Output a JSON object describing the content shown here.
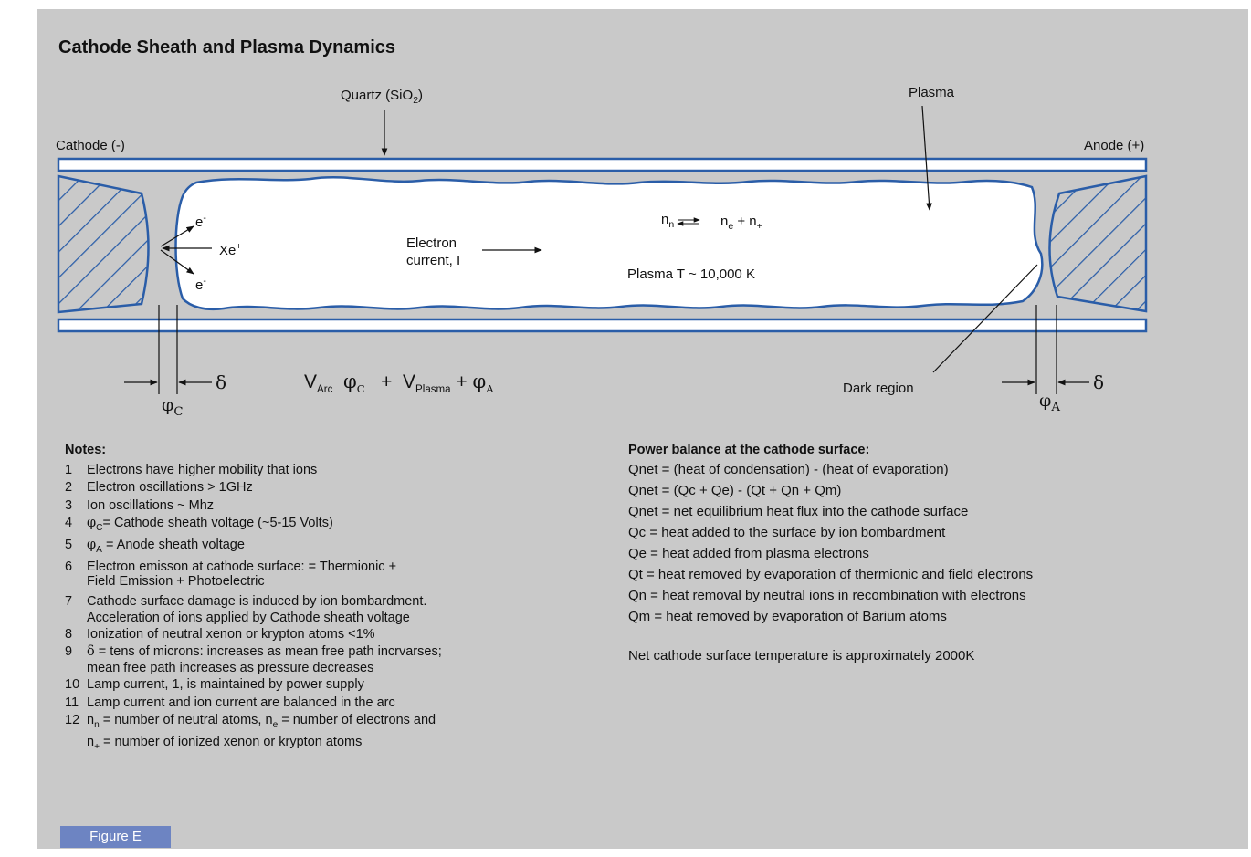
{
  "title": "Cathode Sheath and Plasma Dynamics",
  "labels": {
    "quartz_prefix": "Quartz (SiO",
    "quartz_sub": "2",
    "quartz_suffix": ")",
    "plasma": "Plasma",
    "cathode": "Cathode (-)",
    "anode": "Anode (+)",
    "electron": "e",
    "minus": "-",
    "xe": "Xe",
    "plus": "+",
    "electron_current_1": "Electron",
    "electron_current_2": "current, I",
    "reaction_nn": "n",
    "reaction_n_sub": "n",
    "reaction_ne": "n",
    "reaction_e_sub": "e",
    "reaction_plus": "+ n",
    "reaction_plus_sub": "+",
    "plasma_temp": "Plasma T ~ 10,000 K",
    "dark_region": "Dark region",
    "delta": "δ",
    "phi": "φ",
    "phi_c_sub": "C",
    "phi_a_sub": "A",
    "v": "V",
    "v_arc_sub": "Arc",
    "v_plasma_sub": "Plasma",
    "eq_plus": "+"
  },
  "notes": {
    "heading": "Notes:",
    "items": [
      {
        "num": "1",
        "text": "Electrons have higher mobility that ions"
      },
      {
        "num": "2",
        "text": "Electron oscillations > 1GHz"
      },
      {
        "num": "3",
        "text": "Ion oscillations ~ Mhz"
      },
      {
        "num": "4",
        "text": "= Cathode sheath voltage (~5-15 Volts)"
      },
      {
        "num": "5",
        "text": "= Anode sheath voltage"
      },
      {
        "num": "6",
        "text": "Electron emisson at cathode surface: = Thermionic +"
      },
      {
        "num": "",
        "text": "Field Emission + Photoelectric"
      },
      {
        "num": "7",
        "text": "Cathode surface damage is induced by ion bombardment."
      },
      {
        "num": "",
        "text": "Acceleration of ions applied by Cathode sheath voltage"
      },
      {
        "num": "8",
        "text": "Ionization of neutral xenon or krypton atoms <1%"
      },
      {
        "num": "9",
        "text": "= tens of microns: increases as mean free path incrvarses;"
      },
      {
        "num": "",
        "text": "mean free path increases as pressure decreases"
      },
      {
        "num": "10",
        "text": "Lamp current, 1, is maintained by power supply"
      },
      {
        "num": "11",
        "text": "Lamp current and ion current are balanced in the arc"
      },
      {
        "num": "12",
        "text": "= number of neutral atoms,"
      },
      {
        "num": "",
        "text": "= number of ionized xenon or krypton atoms"
      }
    ],
    "n12_b": "= number of electrons and",
    "sym_n": "n",
    "sym_n_sub": "n",
    "sym_e_sub": "e",
    "sym_plus_sub": "+"
  },
  "power_balance": {
    "heading": "Power balance at the cathode surface:",
    "lines": [
      "Qnet = (heat of condensation) - (heat of evaporation)",
      "Qnet = (Qc + Qe) - (Qt + Qn + Qm)",
      "Qnet = net equilibrium heat flux into the cathode surface",
      "Qc = heat added to the surface by ion bombardment",
      "Qe = heat added from plasma electrons",
      "Qt = heat removed by evaporation of thermionic and field electrons",
      "Qn = heat removal by neutral ions in recombination with electrons",
      "Qm = heat removed by evaporation of Barium atoms"
    ],
    "footer": "Net cathode surface temperature is approximately 2000K"
  },
  "figure_tag": "Figure E",
  "colors": {
    "background": "#c9c9c9",
    "outline": "#2a5da8",
    "tag": "#6d84c2"
  }
}
